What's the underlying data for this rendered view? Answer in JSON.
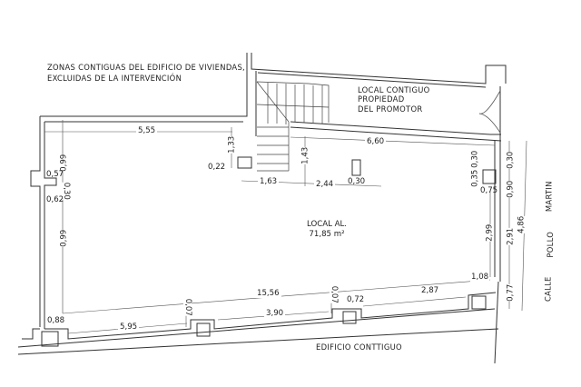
{
  "plan": {
    "notes": {
      "adjacent_zones_line1": "ZONAS CONTIGUAS DEL EDIFICIO DE VIVIENDAS,",
      "adjacent_zones_line2": "EXCLUIDAS DE LA INTERVENCIÓN",
      "adjacent_local_line1": "LOCAL CONTIGUO",
      "adjacent_local_line2": "PROPIEDAD",
      "adjacent_local_line3": "DEL PROMOTOR",
      "adjacent_building": "EDIFICIO CONTTIGUO"
    },
    "street": {
      "word1": "CALLE",
      "word2": "POLLO",
      "word3": "MARTIN"
    },
    "room": {
      "name": "LOCAL AL.",
      "area": "71,85 m²"
    },
    "dimensions": {
      "top_left_width": "5,55",
      "top_right_width": "6,60",
      "step_height": "1,33",
      "step_offset": "0,22",
      "stair_width": "1,63",
      "stair_depth": "1,43",
      "mid_span": "2,44",
      "pillar_width": "0,30",
      "left_upper": "0,99",
      "left_lower": "0,99",
      "left_mid": "0,30",
      "left_notch_top": "0,57",
      "left_notch_bottom": "0,62",
      "bottom_corner": "0,88",
      "bottom_seg1": "5,95",
      "bottom_total": "15,56",
      "pillar1_depth": "0,07",
      "bottom_seg2": "3,90",
      "pillar2_depth": "0,07",
      "pillar2_width": "0,72",
      "bottom_seg3": "2,87",
      "right_corner": "1,08",
      "right_inner": "2,99",
      "right_top_a": "0,30",
      "right_top_b": "0,35",
      "right_pillar_w": "0,75",
      "ext_top": "0,30",
      "ext_mid": "0,90",
      "ext_low": "2,91",
      "ext_bottom": "0,77",
      "ext_total": "4,86"
    }
  }
}
